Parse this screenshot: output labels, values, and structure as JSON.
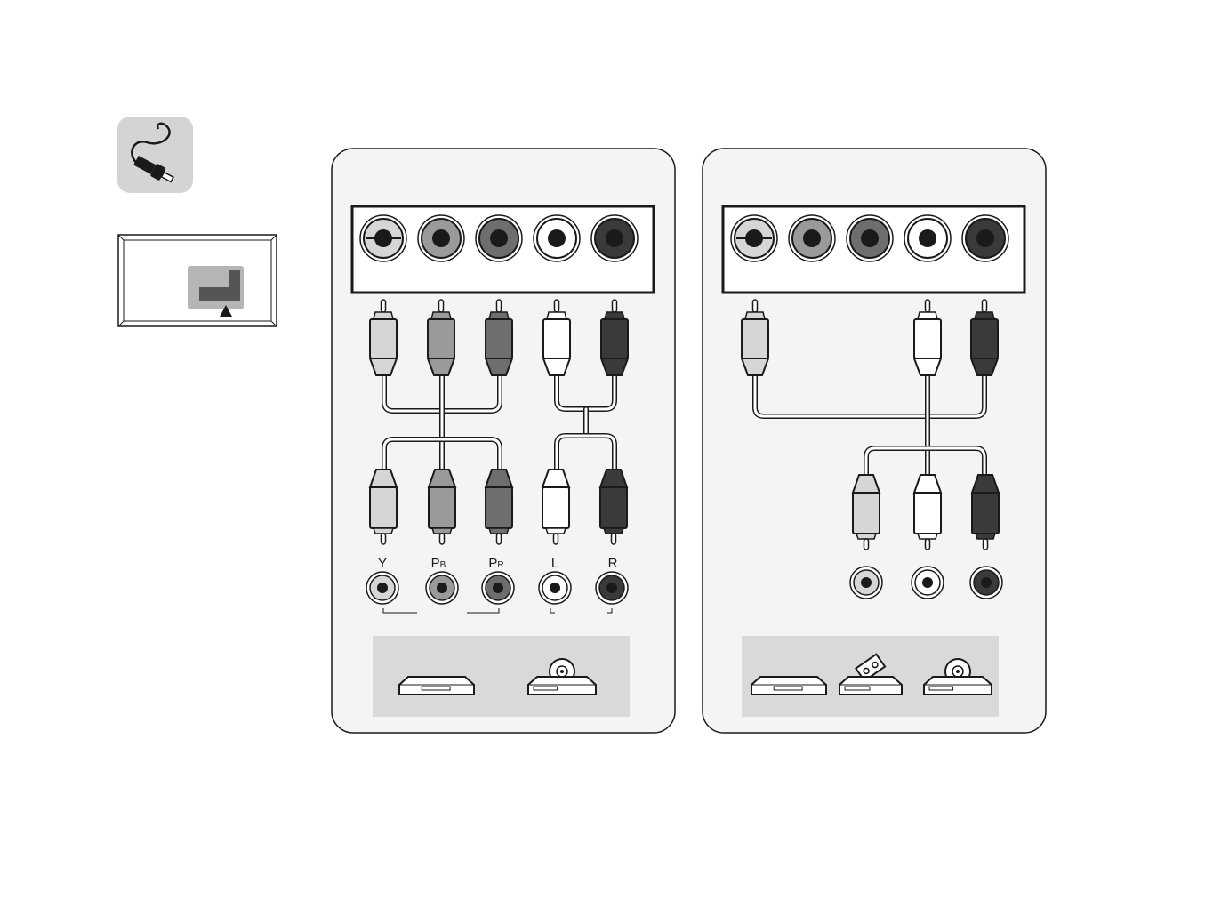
{
  "colors": {
    "y": "#d6d6d6",
    "pb": "#9a9a9a",
    "pr": "#6e6e6e",
    "audio_l": "#ffffff",
    "audio_r": "#3a3a3a",
    "panel_fill": "#f4f4f4",
    "device_tray": "#d9d9d9",
    "outline": "#1a1a1a"
  },
  "icons": {
    "cable": "rca-cable-icon",
    "tv_back": "tv-rear-panel-icon",
    "set_top_box": "set-top-box-icon",
    "dvd_player": "dvd-player-icon",
    "vcr": "vcr-icon"
  },
  "component_panel": {
    "labels": {
      "y": "Y",
      "pb_main": "P",
      "pb_sub": "B",
      "pr_main": "P",
      "pr_sub": "R",
      "l": "L",
      "r": "R"
    },
    "tv_jacks": [
      "y",
      "pb",
      "pr",
      "audio_l",
      "audio_r"
    ],
    "devices": [
      "set-top-box",
      "dvd-player"
    ]
  },
  "composite_panel": {
    "tv_jacks": [
      "y",
      "pb",
      "pr",
      "audio_l",
      "audio_r"
    ],
    "devices": [
      "set-top-box",
      "vcr",
      "dvd-player"
    ]
  }
}
